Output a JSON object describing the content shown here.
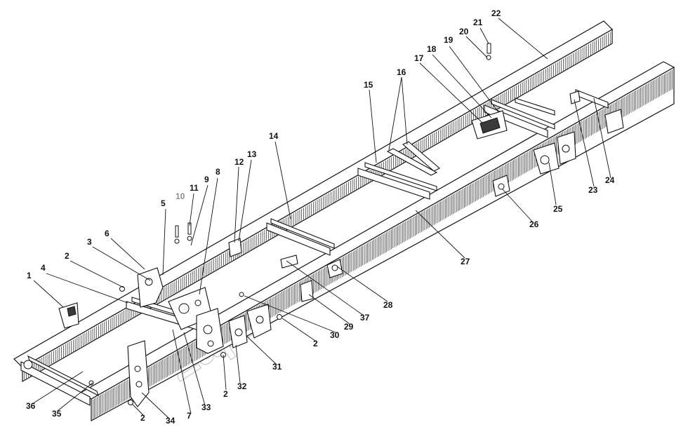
{
  "watermark": "Zapkam.ru",
  "callouts": [
    {
      "label": "1"
    },
    {
      "label": "2"
    },
    {
      "label": "3"
    },
    {
      "label": "4"
    },
    {
      "label": "5"
    },
    {
      "label": "6"
    },
    {
      "label": "7"
    },
    {
      "label": "8"
    },
    {
      "label": "9"
    },
    {
      "label": "10"
    },
    {
      "label": "11"
    },
    {
      "label": "12"
    },
    {
      "label": "13"
    },
    {
      "label": "14"
    },
    {
      "label": "15"
    },
    {
      "label": "16"
    },
    {
      "label": "17"
    },
    {
      "label": "18"
    },
    {
      "label": "19"
    },
    {
      "label": "20"
    },
    {
      "label": "21"
    },
    {
      "label": "22"
    },
    {
      "label": "23"
    },
    {
      "label": "24"
    },
    {
      "label": "25"
    },
    {
      "label": "26"
    },
    {
      "label": "27"
    },
    {
      "label": "28"
    },
    {
      "label": "29"
    },
    {
      "label": "30"
    },
    {
      "label": "2"
    },
    {
      "label": "31"
    },
    {
      "label": "32"
    },
    {
      "label": "2"
    },
    {
      "label": "33"
    },
    {
      "label": "7"
    },
    {
      "label": "34"
    },
    {
      "label": "2"
    },
    {
      "label": "35"
    },
    {
      "label": "36"
    },
    {
      "label": "37"
    }
  ]
}
